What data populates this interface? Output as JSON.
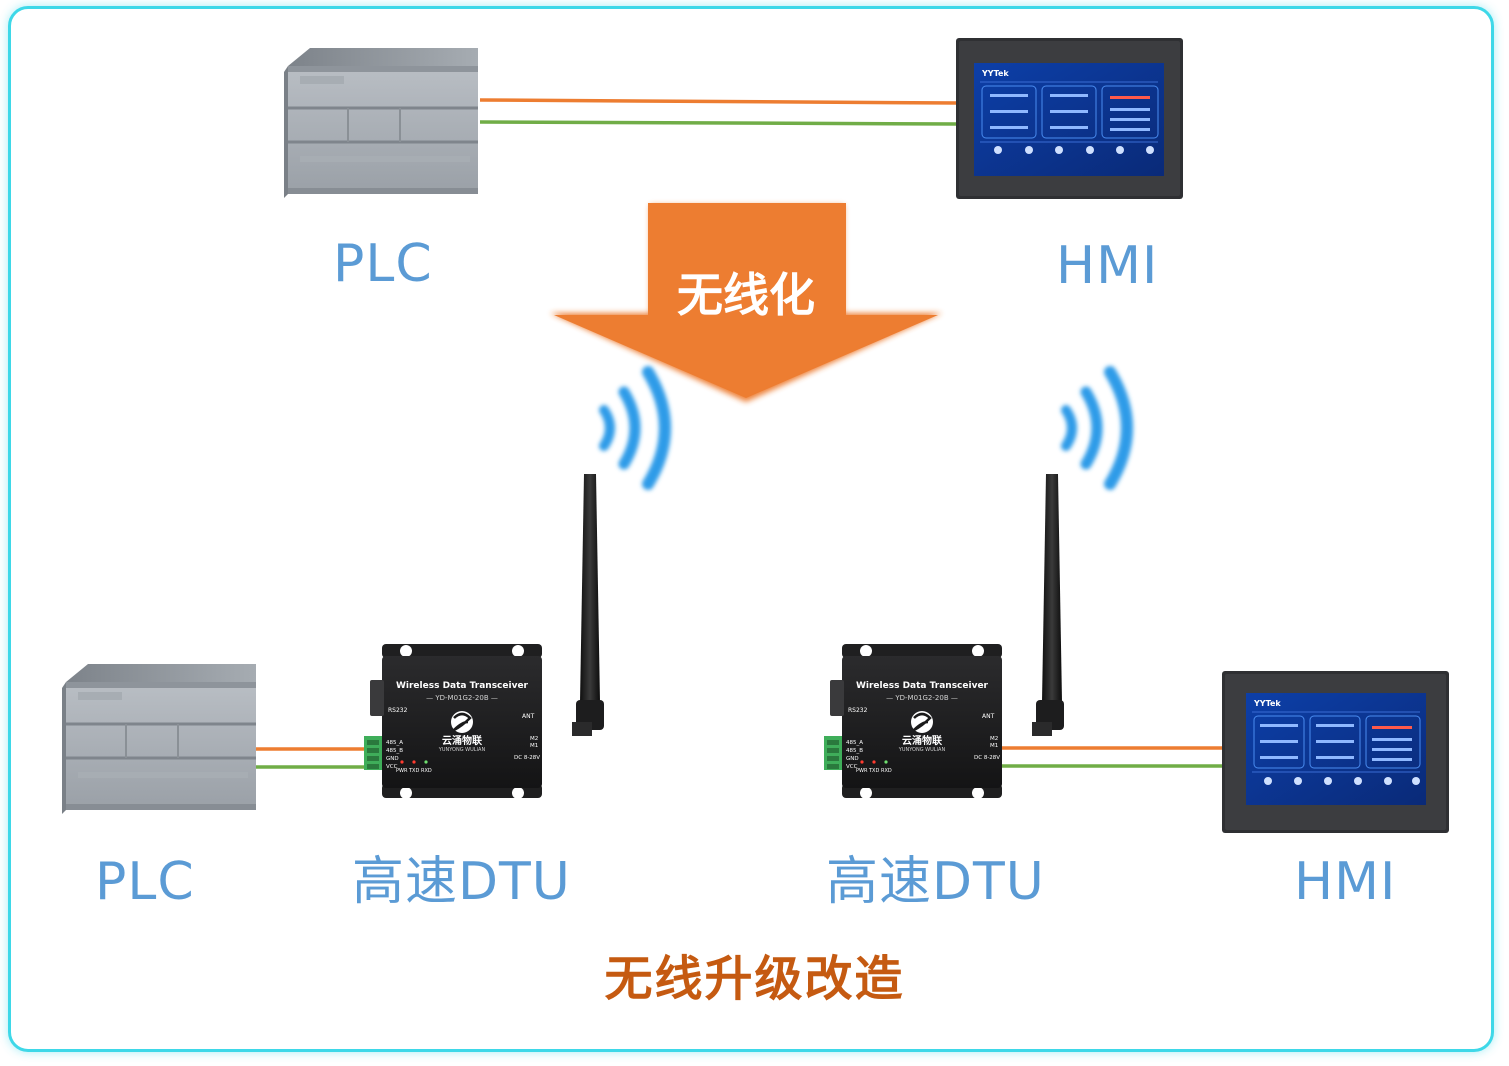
{
  "top": {
    "plc_label": "PLC",
    "hmi_label": "HMI",
    "arrow_label": "无线化"
  },
  "bottom": {
    "plc_label": "PLC",
    "dtu_left_label": "高速DTU",
    "dtu_right_label": "高速DTU",
    "hmi_label": "HMI"
  },
  "dtu_device": {
    "name": "Wireless Data Transceiver",
    "model": "— YD-M01G2-20B —",
    "brand_cn": "云涌物联",
    "brand_en": "YUNYONG WULIAN",
    "port_rs232": "RS232",
    "port_ant": "ANT",
    "term_485a": "485_A",
    "term_485b": "485_B",
    "term_gnd": "GND",
    "term_vcc": "VCC",
    "led_pwr": "PWR",
    "led_txd": "TXD",
    "led_rxd": "RXD",
    "switch_m2": "M2",
    "switch_m1": "M1",
    "power": "DC 8-28V"
  },
  "hmi_screen": {
    "brand": "YYTek"
  },
  "footer": {
    "title": "无线升级改造"
  },
  "colors": {
    "frame": "#3ed8e8",
    "label_blue": "#5b9bd5",
    "arrow_orange": "#ed7d31",
    "footer_orange": "#c55a11",
    "wire_orange": "#ed7d31",
    "wire_green": "#70ad47",
    "signal_blue": "#2e9be8"
  }
}
